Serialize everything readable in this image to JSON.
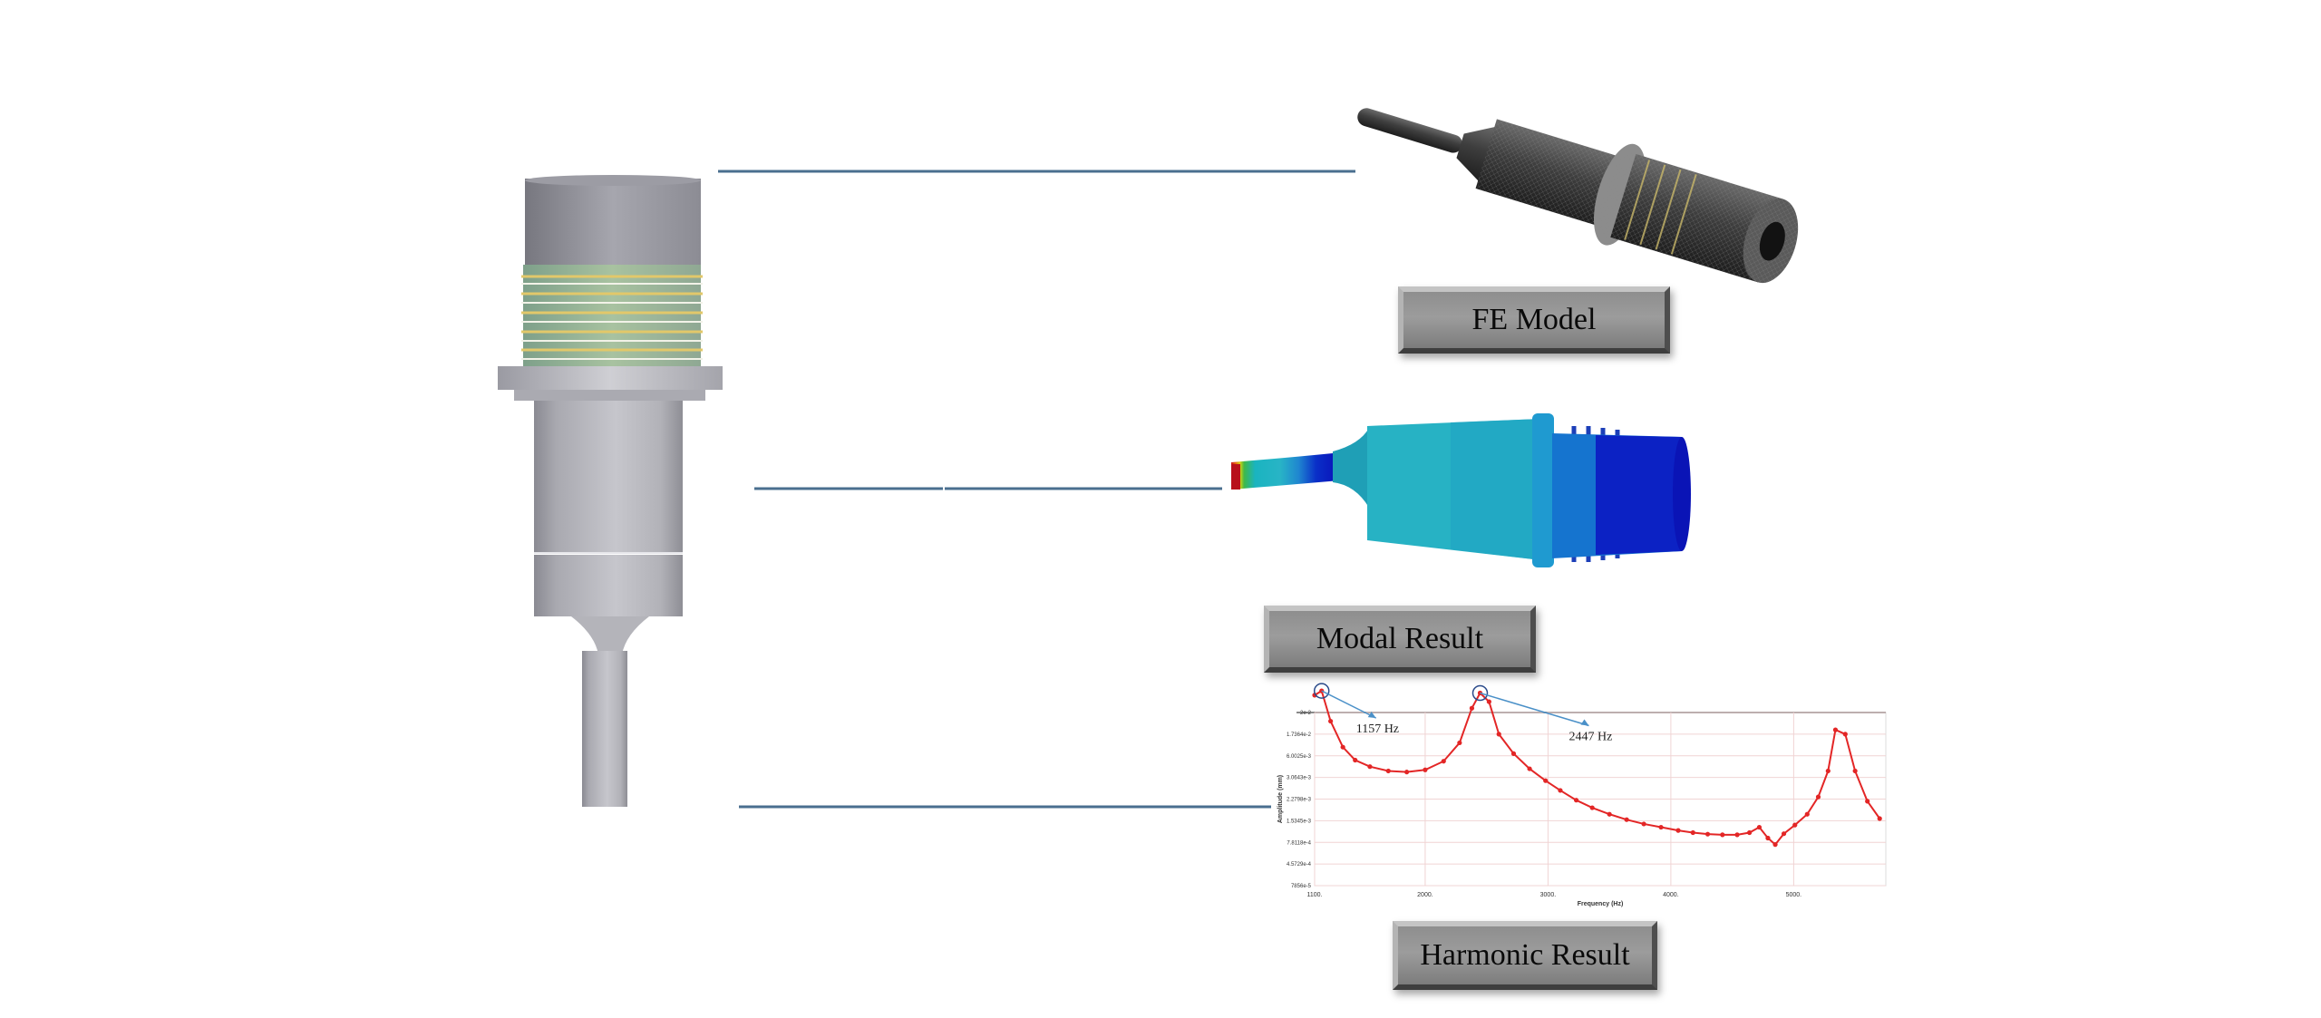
{
  "labels": {
    "fe_model": "FE Model",
    "modal_result": "Modal Result",
    "harmonic_result": "Harmonic Result"
  },
  "colors": {
    "connector_line": "#4a6f8f",
    "curve": "#e32626",
    "annotation": "#4a90c8"
  },
  "chart_data": {
    "type": "line",
    "xlabel": "Frequency (Hz)",
    "ylabel": "Amplitude (mm)",
    "x_ticks": [
      "1100.",
      "2000.",
      "3000.",
      "4000.",
      "5000."
    ],
    "y_ticks": [
      "7856e-5",
      "4.5729e-4",
      "7.8118e-4",
      "1.5345e-3",
      "2.2798e-3",
      "3.0643e-3",
      "6.0025e-3",
      "1.7364e-2",
      "2e-2"
    ],
    "xlim": [
      1100,
      5750
    ],
    "annotations": [
      {
        "label": "1157 Hz",
        "x": 1157
      },
      {
        "label": "2447 Hz",
        "x": 2447
      }
    ],
    "series": [
      {
        "points": [
          [
            1100,
            8.8
          ],
          [
            1157,
            9.0
          ],
          [
            1230,
            7.6
          ],
          [
            1330,
            6.4
          ],
          [
            1430,
            5.8
          ],
          [
            1550,
            5.5
          ],
          [
            1700,
            5.3
          ],
          [
            1850,
            5.25
          ],
          [
            2000,
            5.35
          ],
          [
            2150,
            5.75
          ],
          [
            2280,
            6.6
          ],
          [
            2380,
            8.2
          ],
          [
            2447,
            8.9
          ],
          [
            2520,
            8.5
          ],
          [
            2600,
            7.0
          ],
          [
            2720,
            6.1
          ],
          [
            2850,
            5.4
          ],
          [
            2980,
            4.85
          ],
          [
            3100,
            4.4
          ],
          [
            3230,
            3.95
          ],
          [
            3360,
            3.6
          ],
          [
            3500,
            3.3
          ],
          [
            3640,
            3.05
          ],
          [
            3780,
            2.85
          ],
          [
            3920,
            2.7
          ],
          [
            4060,
            2.55
          ],
          [
            4180,
            2.45
          ],
          [
            4300,
            2.38
          ],
          [
            4420,
            2.35
          ],
          [
            4540,
            2.35
          ],
          [
            4640,
            2.45
          ],
          [
            4720,
            2.7
          ],
          [
            4790,
            2.2
          ],
          [
            4850,
            1.9
          ],
          [
            4920,
            2.4
          ],
          [
            5010,
            2.8
          ],
          [
            5110,
            3.3
          ],
          [
            5200,
            4.1
          ],
          [
            5280,
            5.3
          ],
          [
            5340,
            7.2
          ],
          [
            5420,
            7.0
          ],
          [
            5500,
            5.3
          ],
          [
            5600,
            3.9
          ],
          [
            5700,
            3.1
          ]
        ]
      }
    ]
  }
}
